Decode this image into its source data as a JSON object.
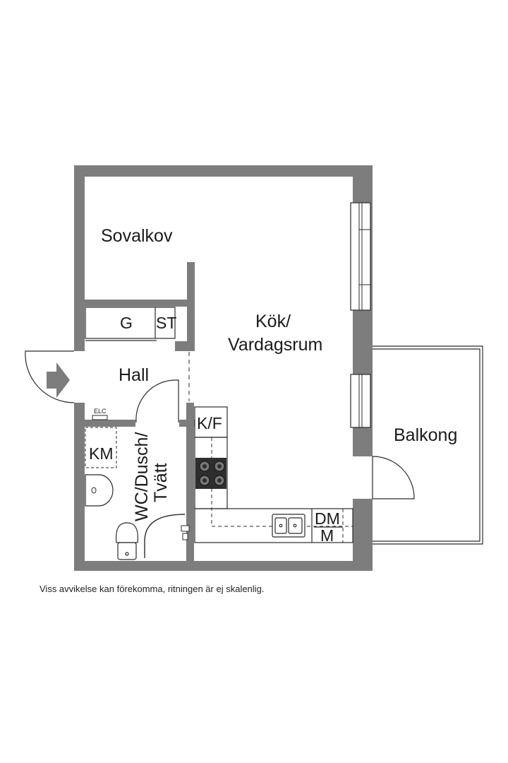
{
  "rooms": {
    "sovalkov": "Sovalkov",
    "kok_line1": "Kök/",
    "kok_line2": "Vardagsrum",
    "hall": "Hall",
    "balkong": "Balkong",
    "wc_line1": "WC/Dusch/",
    "wc_line2": "Tvätt"
  },
  "fixtures": {
    "garderob": "G",
    "storage": "ST",
    "fridge": "K/F",
    "washer": "KM",
    "dishwasher": "DM",
    "microwave": "M",
    "elc": "ELC"
  },
  "footnote": "Viss avvikelse kan förekomma, ritningen är ej skalenlig.",
  "colors": {
    "wall": "#7d7d7d",
    "line": "#2b2b2b",
    "background": "#ffffff"
  }
}
